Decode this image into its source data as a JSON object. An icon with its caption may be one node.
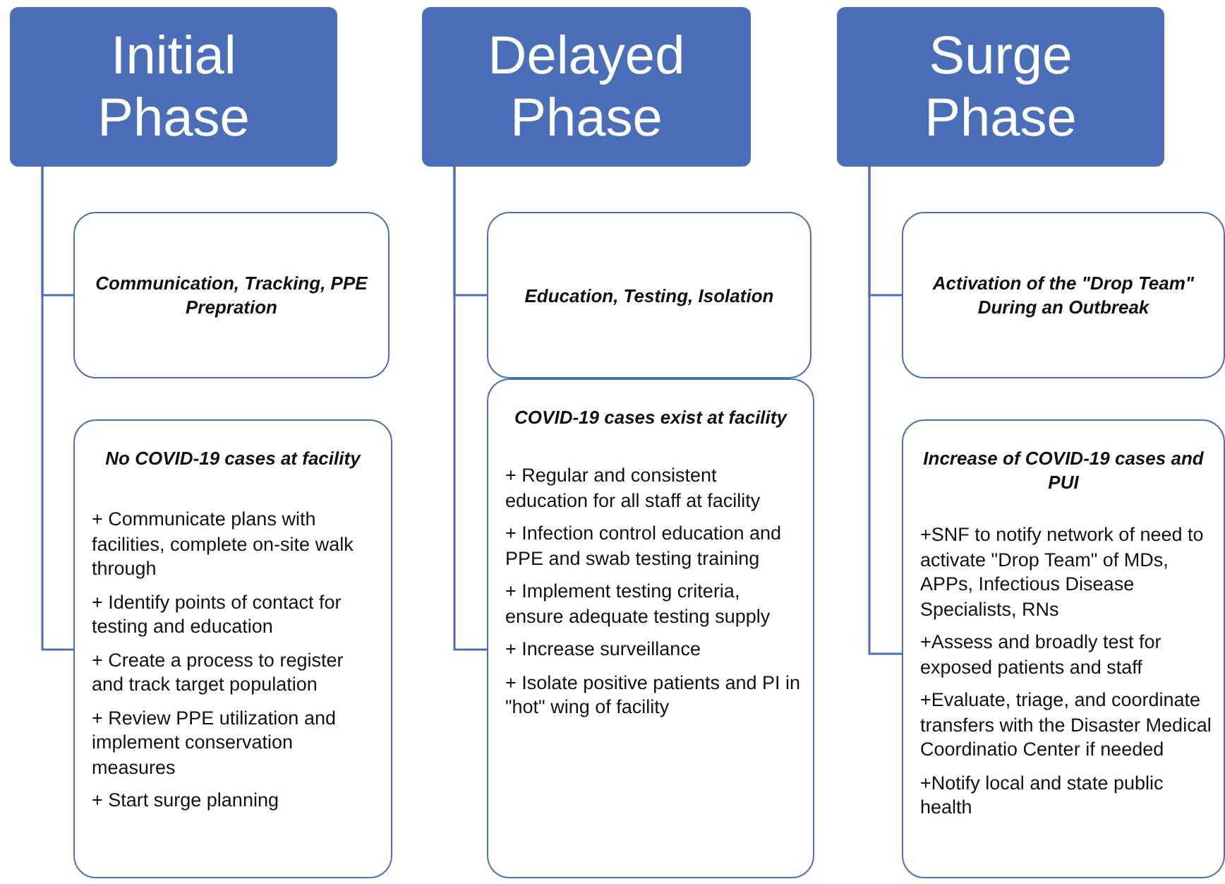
{
  "diagram": {
    "nodes": [
      {
        "text": [
          "Initial Phase"
        ]
      },
      {
        "text": [
          "Communication, Tracking, PPE Prepration"
        ]
      },
      {
        "text": [
          "No COVID-19 cases at facility",
          "+ Communicate plans with facilities, complete on-site walk through",
          "+ Identify points of contact for testing and education",
          "+ Create a process to register and track target population",
          "+ Review PPE utilization and implement conservation measures",
          "+ Start surge planning"
        ]
      },
      {
        "text": [
          "Delayed Phase"
        ]
      },
      {
        "text": [
          "Education, Testing, Isolation"
        ]
      },
      {
        "text": [
          "COVID-19 cases exist at facility",
          "+ Regular and consistent education for all staff at facility",
          "+ Infection control education and PPE and swab testing training",
          "+ Implement testing criteria, ensure adequate testing supply",
          "+ Increase surveillance",
          "+ Isolate positive patients and PI in \"hot\" wing of facility"
        ]
      },
      {
        "text": [
          "Surge Phase"
        ]
      },
      {
        "text": [
          "Activation of the \"Drop Team\" During an Outbreak"
        ]
      },
      {
        "text": [
          "Increase of COVID-19 cases and PUI",
          "+SNF to notify network of need to activate \"Drop Team\" of MDs, APPs, Infectious Disease Specialists, RNs",
          "+Assess and broadly test for exposed patients and staff",
          "+Evaluate, triage, and coordinate transfers with the Disaster Medical Coordinatio Center if needed",
          "+Notify local and state public health"
        ]
      }
    ],
    "edges": [
      {
        "from": 0,
        "to": 1,
        "arrow": "none"
      },
      {
        "from": 0,
        "to": 2,
        "arrow": "none"
      },
      {
        "from": 3,
        "to": 4,
        "arrow": "none"
      },
      {
        "from": 3,
        "to": 5,
        "arrow": "none"
      },
      {
        "from": 6,
        "to": 7,
        "arrow": "none"
      },
      {
        "from": 6,
        "to": 8,
        "arrow": "none"
      }
    ]
  }
}
